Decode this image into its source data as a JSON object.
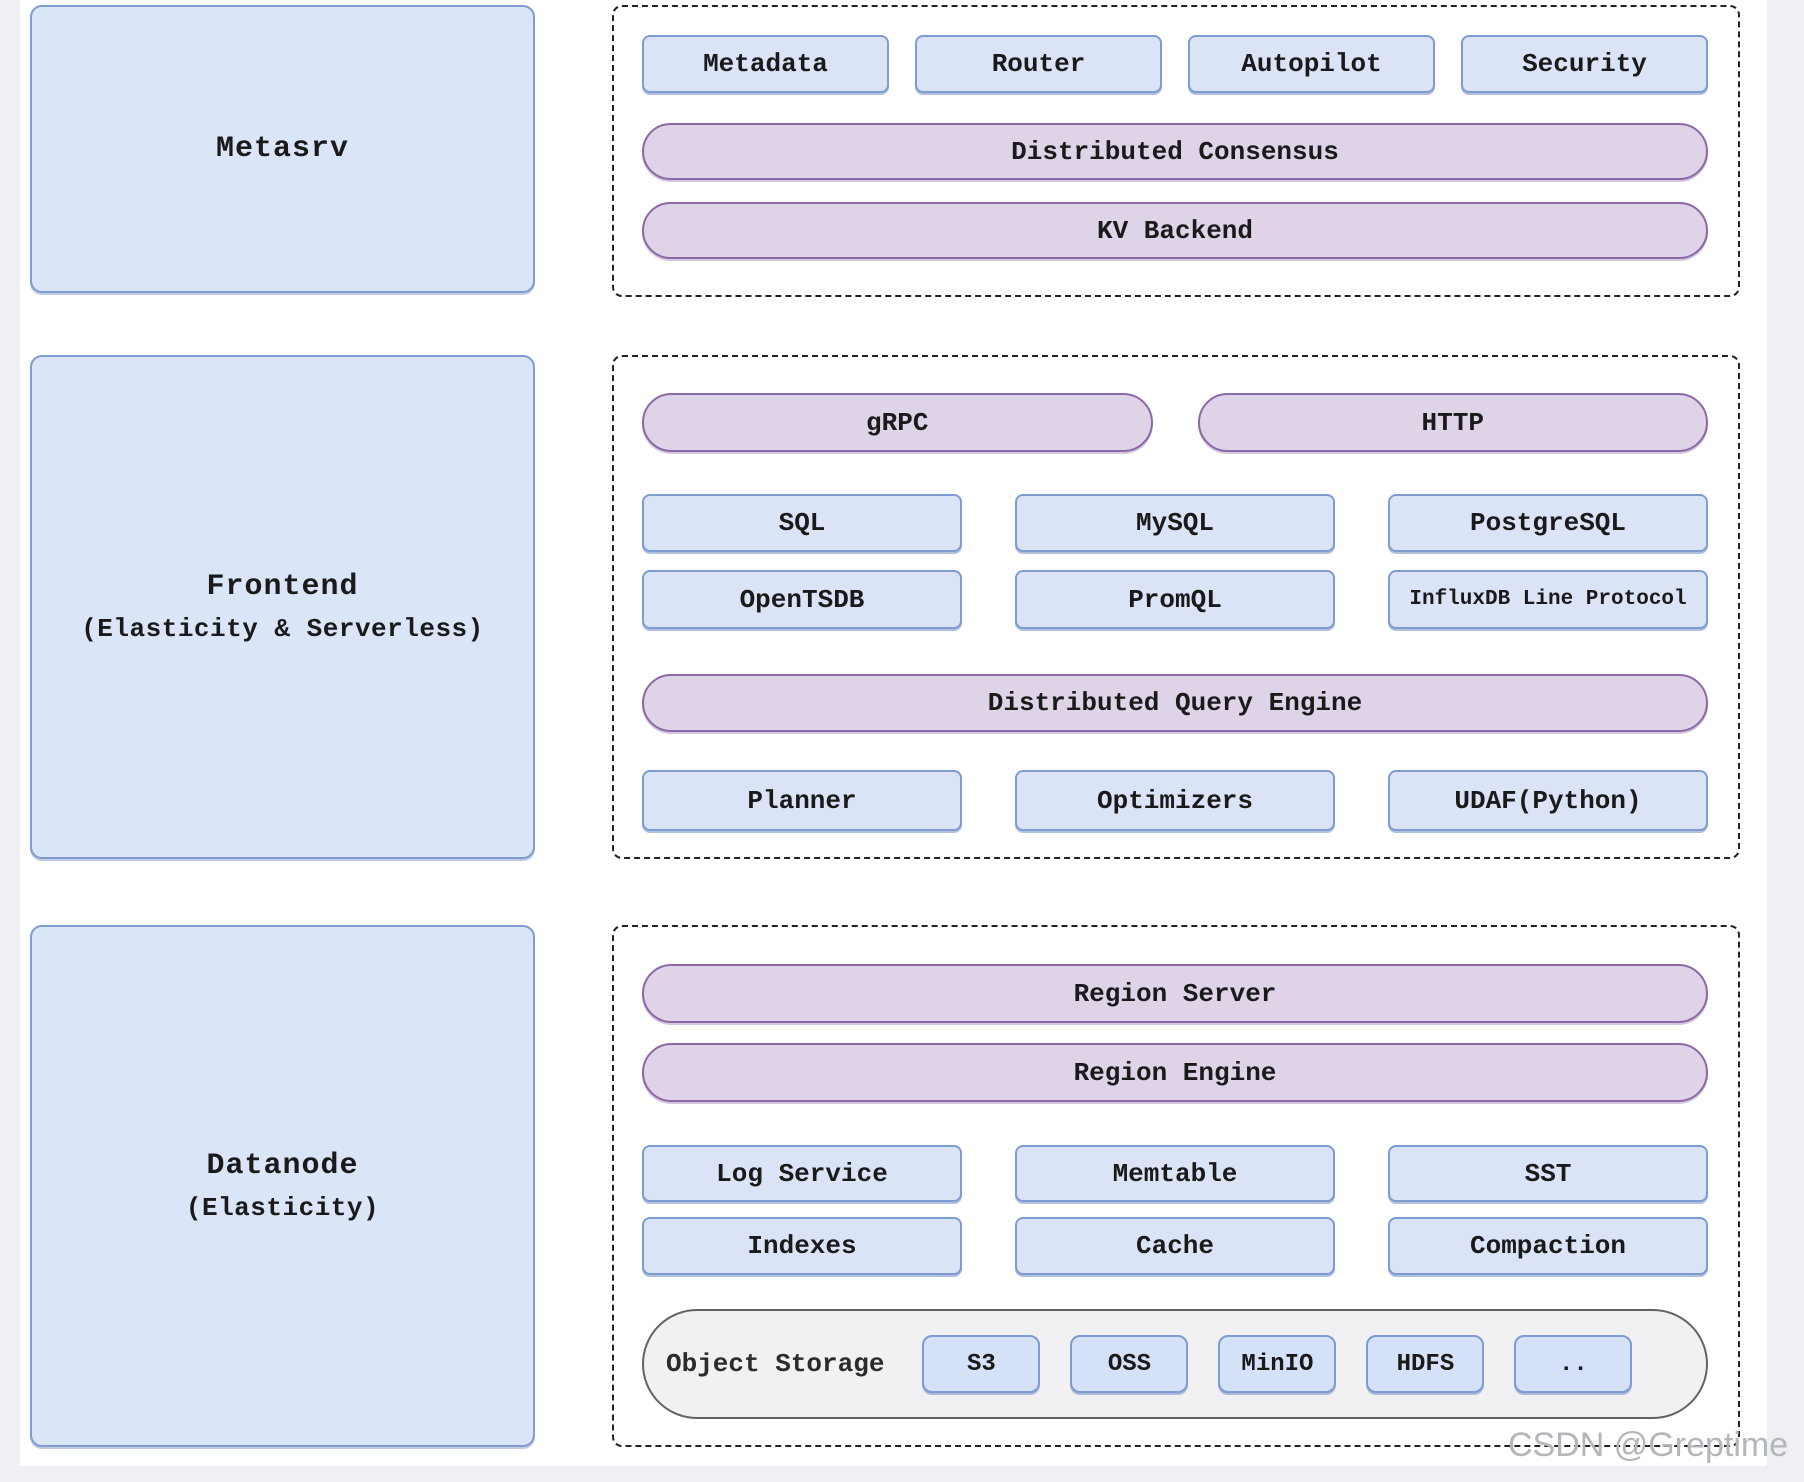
{
  "watermark": "CSDN @Greptime",
  "colors": {
    "canvas_bg": "#ffffff",
    "page_bg": "#eef0f3",
    "blue_fill": "#dbe4f7",
    "blue_border": "#7e9bd2",
    "purple_fill": "#ded3e7",
    "purple_border": "#8d68a6",
    "storage_fill": "#f1f1f4",
    "storage_border": "#606266",
    "dashed_border": "#222222",
    "text": "#1a1a1a"
  },
  "metasrv": {
    "title": "Metasrv",
    "components": [
      "Metadata",
      "Router",
      "Autopilot",
      "Security"
    ],
    "pills": [
      "Distributed Consensus",
      "KV Backend"
    ]
  },
  "frontend": {
    "title": "Frontend",
    "subtitle": "(Elasticity & Serverless)",
    "protocol_pills": [
      "gRPC",
      "HTTP"
    ],
    "query_languages": [
      "SQL",
      "MySQL",
      "PostgreSQL"
    ],
    "protocols": [
      "OpenTSDB",
      "PromQL",
      "InfluxDB Line Protocol"
    ],
    "engine_pill": "Distributed Query Engine",
    "engine_components": [
      "Planner",
      "Optimizers",
      "UDAF(Python)"
    ]
  },
  "datanode": {
    "title": "Datanode",
    "subtitle": "(Elasticity)",
    "pills": [
      "Region Server",
      "Region Engine"
    ],
    "storage_row1": [
      "Log Service",
      "Memtable",
      "SST"
    ],
    "storage_row2": [
      "Indexes",
      "Cache",
      "Compaction"
    ],
    "object_storage": {
      "label": "Object Storage",
      "backends": [
        "S3",
        "OSS",
        "MinIO",
        "HDFS",
        ".."
      ]
    }
  }
}
